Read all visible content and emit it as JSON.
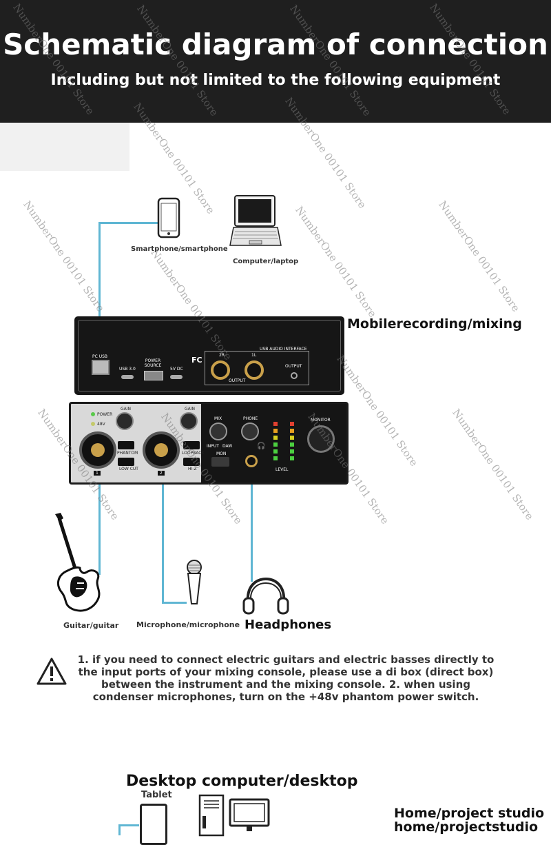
{
  "header": {
    "title": "Schematic diagram of connection",
    "subtitle": "Including but not limited to the following equipment"
  },
  "watermark": "NumberOne 00101 Store",
  "devices": {
    "smartphone": "Smartphone/smartphone",
    "laptop": "Computer/laptop",
    "guitar": "Guitar/guitar",
    "microphone": "Microphone/microphone",
    "headphones": "Headphones",
    "tablet": "Tablet"
  },
  "sections": {
    "mobile": "Mobilerecording/mixing",
    "desktop": "Desktop computer/desktop",
    "home_line1": "Home/project studio",
    "home_line2": "home/projectstudio"
  },
  "back_panel": {
    "pc_usb": "PC USB",
    "usb30": "USB 3.0",
    "power_source": "POWER SOURCE",
    "dc5v": "5V DC",
    "fc": "FC",
    "usb_audio_interface": "USB AUDIO INTERFACE",
    "ch2r": "2R",
    "ch1l": "1L",
    "output_main": "OUTPUT",
    "output_phones": "OUTPUT"
  },
  "front_panel": {
    "power": "POWER",
    "v48": "48V",
    "gain1": "GAIN",
    "gain2": "GAIN",
    "phantom": "PHANTOM",
    "low_cut": "LOW CUT",
    "loopback": "LOOPBACK",
    "hi_z": "HI-Z",
    "ch1": "1",
    "ch2": "2",
    "mix": "MIX",
    "input": "INPUT",
    "daw": "DAW",
    "mon": "MON",
    "phone": "PHONE",
    "monitor": "MONITOR",
    "level": "LEVEL"
  },
  "caution": {
    "text": "1. if you need to connect electric guitars and electric basses directly to the input ports of your mixing console, please use a di box (direct box) between the instrument and the mixing console. 2. when using condenser microphones, turn on the +48v phantom power switch."
  },
  "colors": {
    "header_bg": "#1f1f1f",
    "cable": "#5fb6d3",
    "device_dark": "#161616"
  }
}
